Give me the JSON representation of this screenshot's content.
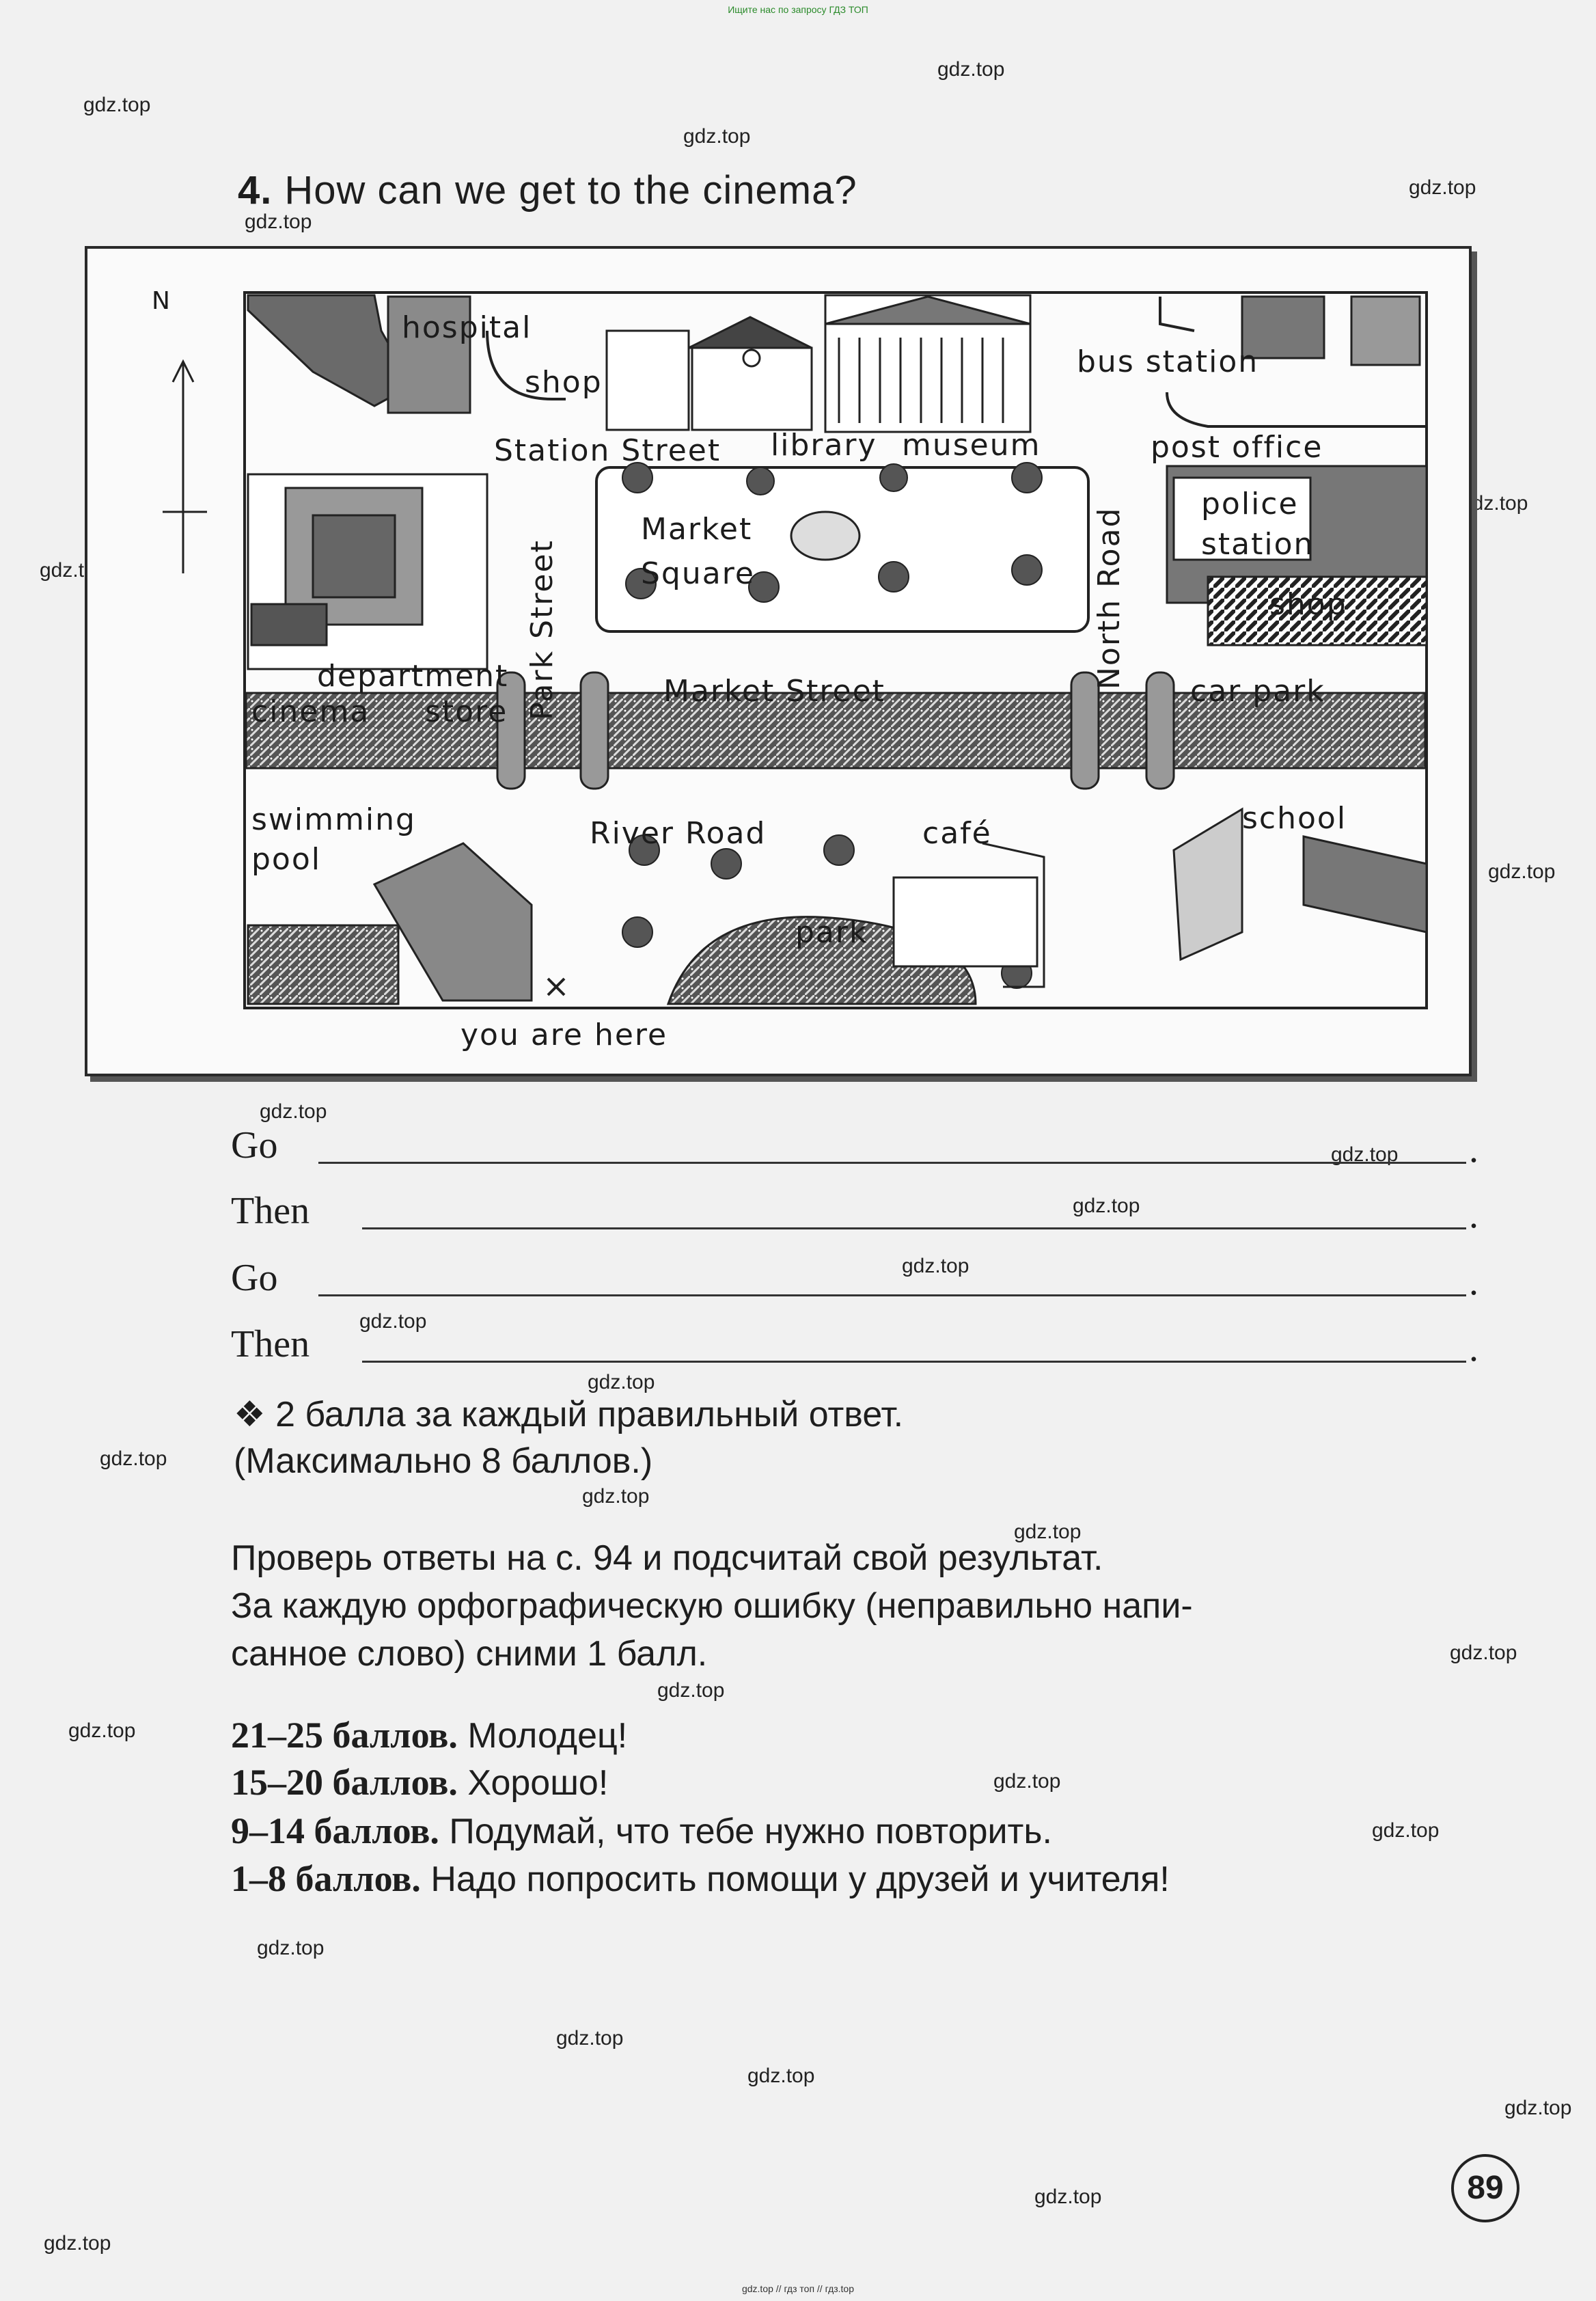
{
  "header_link": "Ищите нас по запросу ГДЗ ТОП",
  "footer_link": "gdz.top  //  гдз топ  //  гдз.top",
  "watermark": "gdz.top",
  "task": {
    "number": "4.",
    "question": "How can we get to the cinema?"
  },
  "map": {
    "compass": "N",
    "labels": {
      "hospital": "hospital",
      "shop_top": "shop",
      "bus_station": "bus station",
      "station_street": "Station Street",
      "library": "library",
      "museum": "museum",
      "post_office": "post office",
      "market_square_1": "Market",
      "market_square_2": "Square",
      "police_1": "police",
      "police_2": "station",
      "shop_right": "shop",
      "park_street": "Park Street",
      "north_road": "North Road",
      "department": "department",
      "cinema": "cinema",
      "store": "store",
      "market_street": "Market Street",
      "car_park": "car park",
      "swimming": "swimming",
      "pool": "pool",
      "river_road": "River Road",
      "cafe": "café",
      "school": "school",
      "park": "park",
      "you_are_here": "you are here"
    }
  },
  "answers": [
    {
      "word": "Go",
      "value": ""
    },
    {
      "word": "Then",
      "value": ""
    },
    {
      "word": "Go",
      "value": ""
    },
    {
      "word": "Then",
      "value": ""
    }
  ],
  "points_note_1": "❖ 2 балла за каждый правильный ответ.",
  "points_note_2": "(Максимально 8 баллов.)",
  "check_1": "Проверь ответы на с. 94 и подсчитай свой результат.",
  "check_2": "За каждую орфографическую ошибку (неправильно напи-",
  "check_3": "санное слово) сними 1 балл.",
  "scores": [
    {
      "range": "21–25 баллов.",
      "comment": "Молодец!"
    },
    {
      "range": "15–20 баллов.",
      "comment": "Хорошо!"
    },
    {
      "range": "9–14 баллов.",
      "comment": "Подумай, что тебе нужно повторить."
    },
    {
      "range": "1–8 баллов.",
      "comment": "Надо попросить помощи у друзей и учителя!"
    }
  ],
  "page_number": "89"
}
